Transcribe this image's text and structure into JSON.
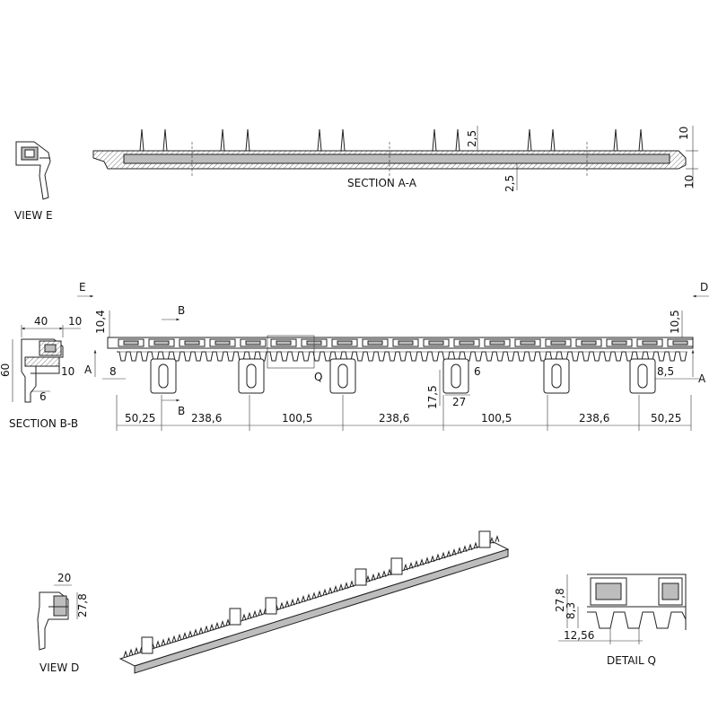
{
  "labels": {
    "view_e": "VIEW E",
    "view_d": "VIEW D",
    "section_aa": "SECTION A-A",
    "section_bb": "SECTION B-B",
    "detail_q": "DETAIL Q",
    "marker_e": "E",
    "marker_d": "D",
    "marker_a_left": "A",
    "marker_a_right": "A",
    "marker_b_top": "B",
    "marker_b_bottom": "B",
    "marker_q": "Q"
  },
  "section_aa": {
    "dim_top": "2,5",
    "dim_bottom": "2,5",
    "dim_right_top": "10",
    "dim_right_bottom": "10"
  },
  "section_bb": {
    "dim_width": "40",
    "dim_top_right": "10",
    "dim_height": "60",
    "dim_mid": "10",
    "dim_bottom": "6"
  },
  "front": {
    "dim_left_height": "10,4",
    "dim_right_height": "10,5",
    "dim_left_small": "8",
    "dim_right_small": "8,5",
    "dim_slot_height": "17,5",
    "dim_slot_width": "27",
    "dim_slot_small": "6",
    "spacing": [
      "50,25",
      "238,6",
      "100,5",
      "238,6",
      "100,5",
      "238,6",
      "50,25"
    ]
  },
  "view_d": {
    "dim_width": "20",
    "dim_height": "27,8"
  },
  "detail_q": {
    "dim_height": "27,8",
    "dim_tooth": "8,3",
    "dim_pitch": "12,56"
  }
}
